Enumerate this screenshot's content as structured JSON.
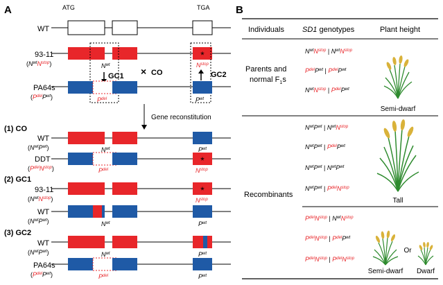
{
  "panel_a": {
    "letter": "A",
    "atg": "ATG",
    "tga": "TGA",
    "wt_label": "WT",
    "r9311": "93-11",
    "pa64s": "PA64s",
    "g9311_n": "N",
    "g9311_ns": "N",
    "gpa_p": "P",
    "gpa_pw": "P",
    "gc1": "GC1",
    "gc2": "GC2",
    "co_cross": "CO",
    "n_wt": "N",
    "n_stop": "N",
    "p_del": "P",
    "p_wt": "P",
    "sup_wt": "wt",
    "sup_stop": "stop",
    "sup_del": "del",
    "gene_recon": "Gene reconstitution",
    "sec_co": "(1) CO",
    "sec_gc1": "(2) GC1",
    "sec_gc2": "(3) GC2",
    "ddt": "DDT"
  },
  "panel_b": {
    "letter": "B",
    "col_individuals": "Individuals",
    "col_sd1": "SD1",
    "col_genotypes": " genotypes",
    "col_height": "Plant height",
    "row1_label_1": "Parents and",
    "row1_label_2": "normal F",
    "row1_label_sub": "1",
    "row1_label_end": "s",
    "row1_height": "Semi-dwarf",
    "row2_label": "Recombinants",
    "row2_height": "Tall",
    "row3_semi": "Semi-dwarf",
    "row3_or": "Or",
    "row3_dwarf": "Dwarf",
    "sep": " | "
  },
  "colors": {
    "red": "#e8262a",
    "blue": "#1f5aa6",
    "label_red": "#e8262a"
  }
}
